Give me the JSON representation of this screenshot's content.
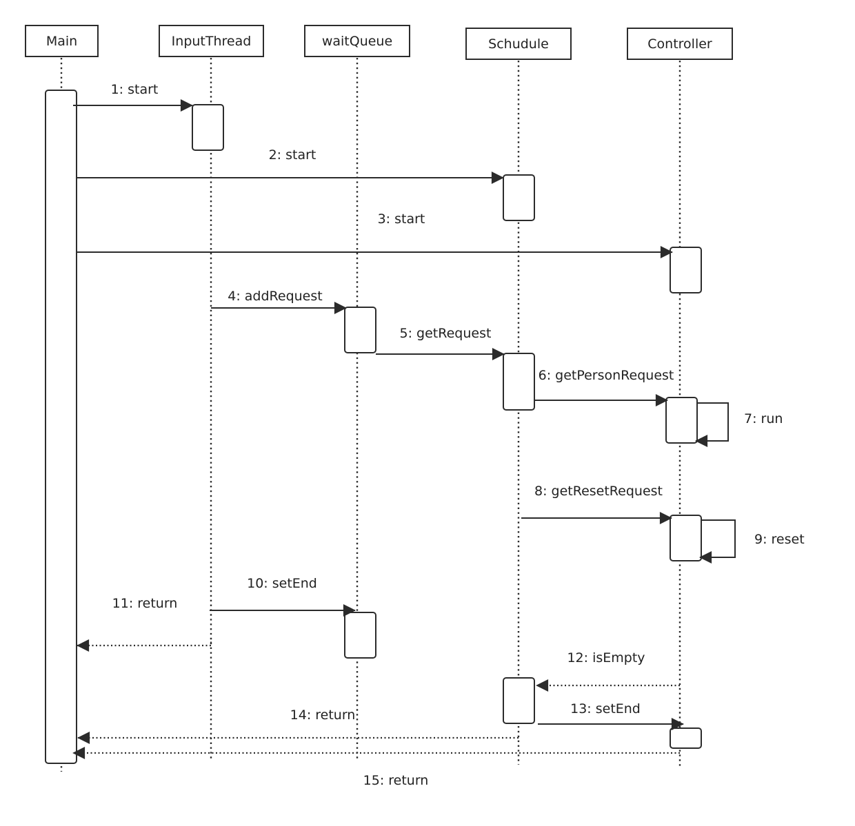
{
  "diagram": {
    "participants": [
      {
        "id": "main",
        "label": "Main"
      },
      {
        "id": "input",
        "label": "InputThread"
      },
      {
        "id": "wait",
        "label": "waitQueue"
      },
      {
        "id": "sched",
        "label": "Schudule"
      },
      {
        "id": "ctrl",
        "label": "Controller"
      }
    ],
    "messages": [
      {
        "id": "m1",
        "label": "1: start",
        "from": "main",
        "to": "input",
        "style": "solid"
      },
      {
        "id": "m2",
        "label": "2: start",
        "from": "main",
        "to": "sched",
        "style": "solid"
      },
      {
        "id": "m3",
        "label": "3: start",
        "from": "main",
        "to": "ctrl",
        "style": "solid"
      },
      {
        "id": "m4",
        "label": "4: addRequest",
        "from": "input",
        "to": "wait",
        "style": "solid"
      },
      {
        "id": "m5",
        "label": "5: getRequest",
        "from": "wait",
        "to": "sched",
        "style": "solid"
      },
      {
        "id": "m6",
        "label": "6: getPersonRequest",
        "from": "sched",
        "to": "ctrl",
        "style": "solid"
      },
      {
        "id": "m7",
        "label": "7: run",
        "from": "ctrl",
        "to": "ctrl",
        "style": "self"
      },
      {
        "id": "m8",
        "label": "8: getResetRequest",
        "from": "sched",
        "to": "ctrl",
        "style": "solid"
      },
      {
        "id": "m9",
        "label": "9: reset",
        "from": "ctrl",
        "to": "ctrl",
        "style": "self"
      },
      {
        "id": "m10",
        "label": "10: setEnd",
        "from": "input",
        "to": "wait",
        "style": "solid"
      },
      {
        "id": "m11",
        "label": "11: return",
        "from": "input",
        "to": "main",
        "style": "dotted"
      },
      {
        "id": "m12",
        "label": "12: isEmpty",
        "from": "ctrl",
        "to": "sched",
        "style": "dotted"
      },
      {
        "id": "m13",
        "label": "13: setEnd",
        "from": "sched",
        "to": "ctrl",
        "style": "solid"
      },
      {
        "id": "m14",
        "label": "14: return",
        "from": "sched",
        "to": "main",
        "style": "dotted"
      },
      {
        "id": "m15",
        "label": "15: return",
        "from": "ctrl",
        "to": "main",
        "style": "dotted"
      }
    ]
  },
  "colors": {
    "stroke": "#2b2b2b",
    "text": "#222222",
    "background": "#ffffff"
  }
}
